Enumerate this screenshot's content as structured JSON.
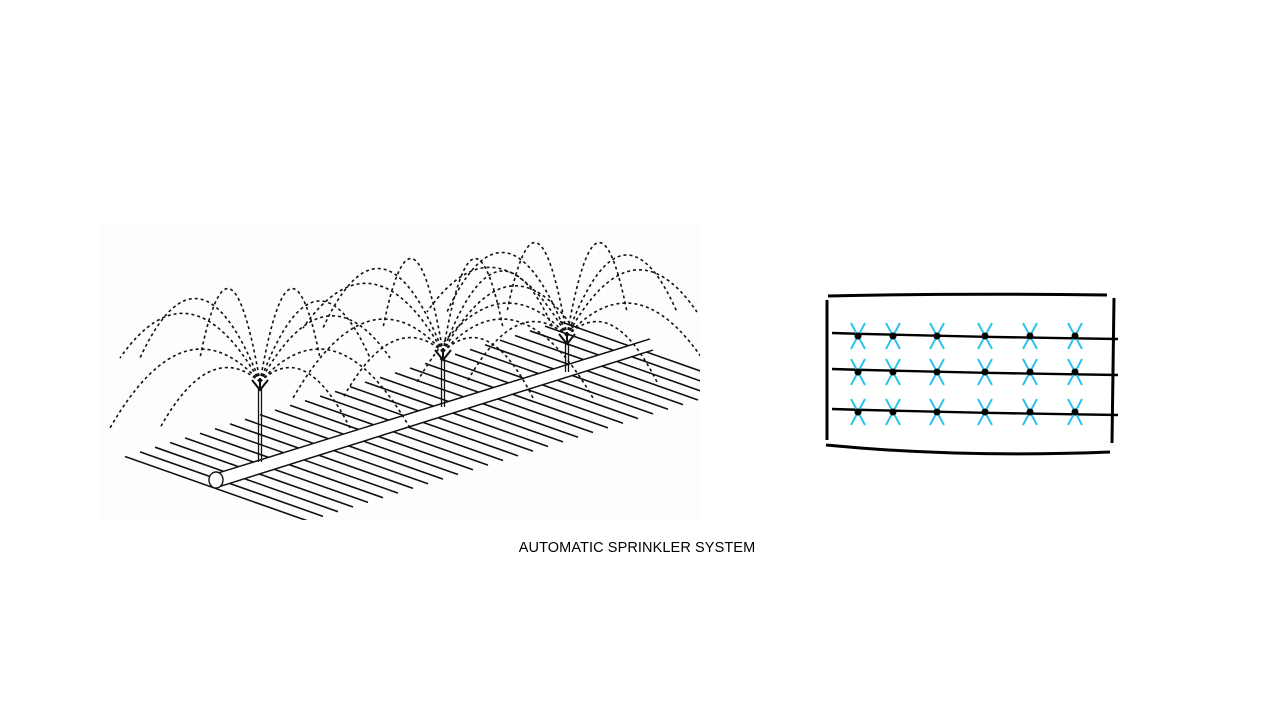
{
  "slide": {
    "caption": "AUTOMATIC SPRINKLER SYSTEM"
  },
  "illustration": {
    "subject": "sprinkler-pipe-with-three-sprinkler-heads",
    "sprinkler_count": 3,
    "colors": {
      "line": "#111111",
      "background": "#fdfdfd"
    }
  },
  "sketch": {
    "rows": 3,
    "columns": 6,
    "colors": {
      "grid": "#000000",
      "spray": "#29c3ee"
    }
  }
}
